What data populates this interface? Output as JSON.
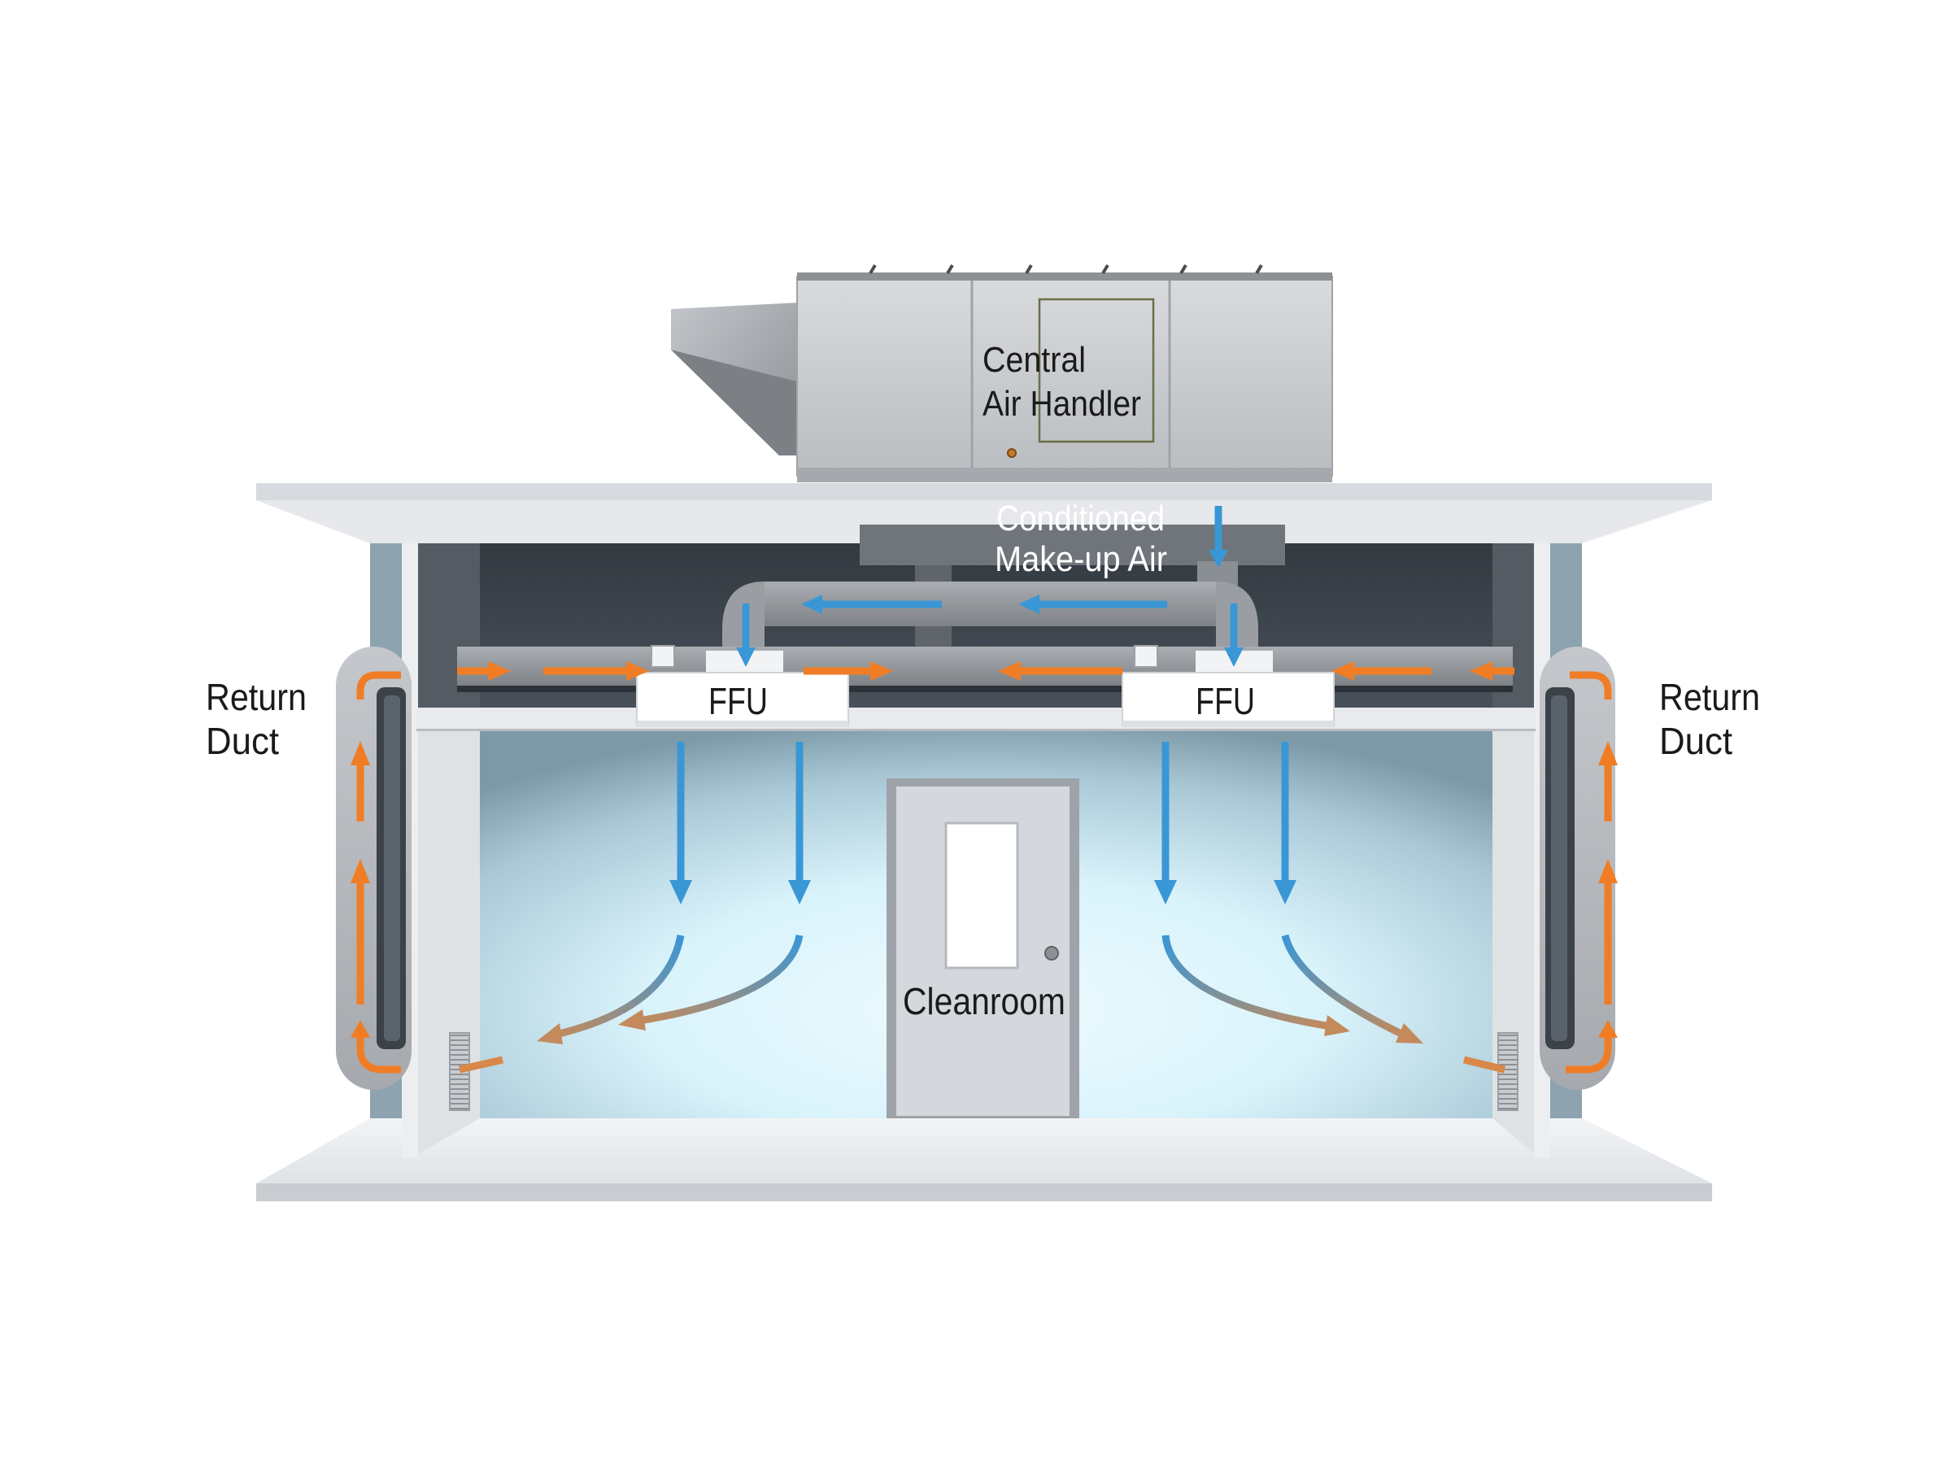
{
  "labels": {
    "air_handler_line1": "Central",
    "air_handler_line2": "Air Handler",
    "makeup_line1": "Conditioned",
    "makeup_line2": "Make-up Air",
    "ffu_left": "FFU",
    "ffu_right": "FFU",
    "return_left_line1": "Return",
    "return_left_line2": "Duct",
    "return_right_line1": "Return",
    "return_right_line2": "Duct",
    "room": "Cleanroom"
  },
  "colors": {
    "supply_air": "#3a97d6",
    "return_air": "#f07d25",
    "exhaust_air": "#b88e6a",
    "plenum": "#3a4148",
    "room_glow": "#d6f3fb",
    "wall": "#e4e6ea",
    "duct": "#b7b9bd"
  }
}
